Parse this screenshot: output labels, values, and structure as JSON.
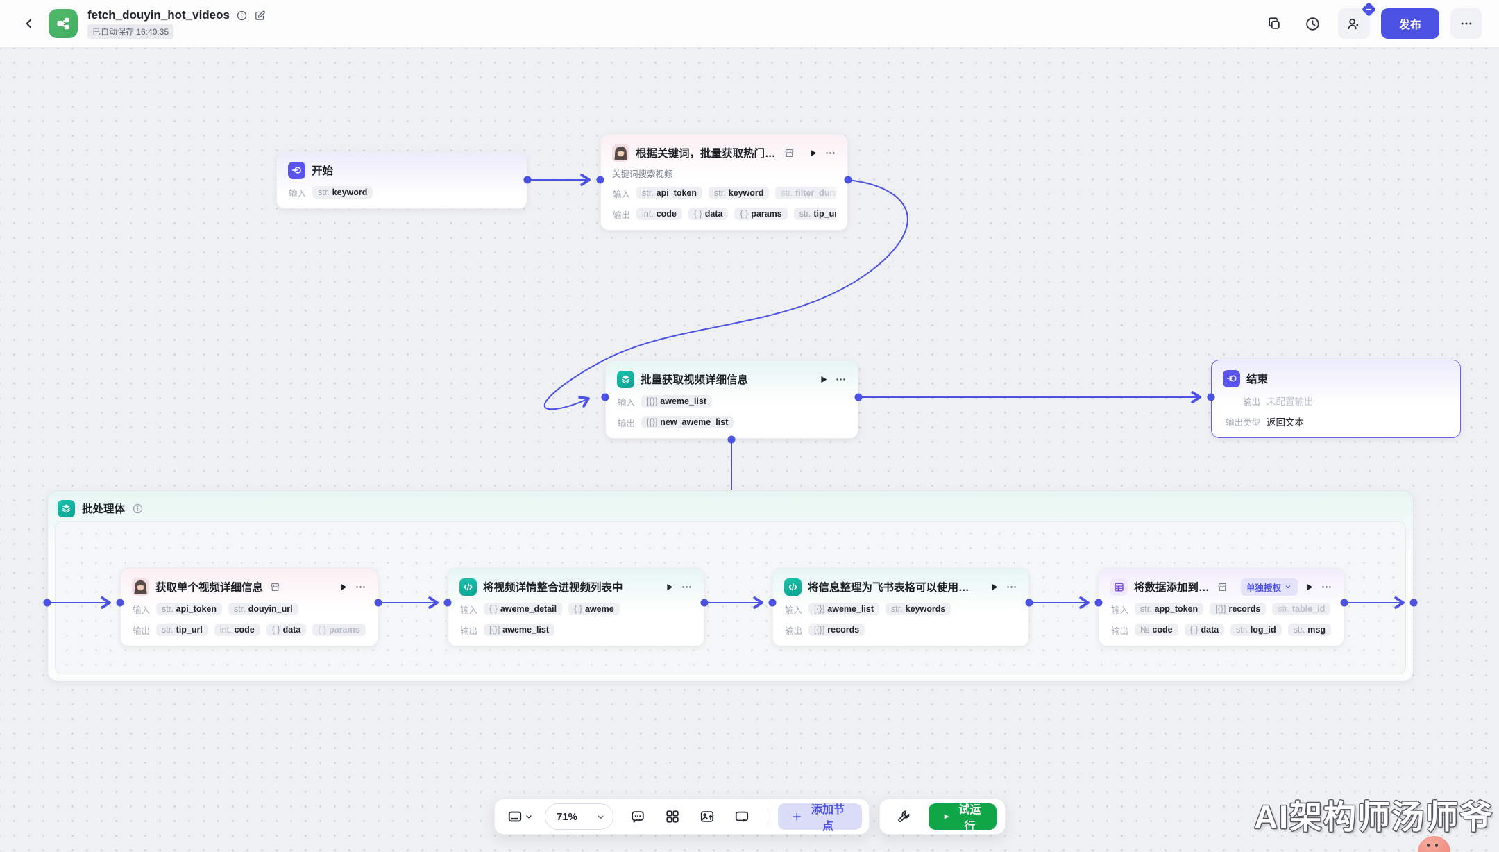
{
  "header": {
    "title": "fetch_douyin_hot_videos",
    "autosave": "已自动保存 16:40:35",
    "publish_label": "发布"
  },
  "canvas": {
    "batch": {
      "title": "批处理体"
    },
    "nodes": [
      {
        "id": "start",
        "icon": "start-icon",
        "title": "开始",
        "rows": [
          {
            "label": "输入",
            "pills": [
              {
                "type": "str.",
                "name": "keyword"
              }
            ]
          }
        ]
      },
      {
        "id": "kw",
        "icon": "plugin-avatar",
        "title": "根据关键词，批量获取热门视频",
        "store": true,
        "play": true,
        "more": true,
        "subtitle": "关键词搜索视频",
        "rows": [
          {
            "label": "输入",
            "pills": [
              {
                "type": "str.",
                "name": "api_token"
              },
              {
                "type": "str.",
                "name": "keyword"
              },
              {
                "type": "str.",
                "name": "filter_durati",
                "faded": true,
                "cut": true
              },
              {
                "more": true
              }
            ]
          },
          {
            "label": "输出",
            "pills": [
              {
                "type": "int.",
                "name": "code"
              },
              {
                "type": "{ }",
                "name": "data"
              },
              {
                "type": "{ }",
                "name": "params"
              },
              {
                "type": "str.",
                "name": "tip_url"
              }
            ]
          }
        ]
      },
      {
        "id": "bm",
        "icon": "layers-icon",
        "title": "批量获取视频详细信息",
        "play": true,
        "more": true,
        "rows": [
          {
            "label": "输入",
            "pills": [
              {
                "type": "[{}]",
                "name": "aweme_list"
              }
            ]
          },
          {
            "label": "输出",
            "pills": [
              {
                "type": "[{}]",
                "name": "new_aweme_list"
              }
            ]
          }
        ]
      },
      {
        "id": "end",
        "icon": "end-icon",
        "title": "结束",
        "wide": true,
        "rows": [
          {
            "label": "输出",
            "text": "未配置输出",
            "muted": true
          },
          {
            "label": "输出类型",
            "text": "返回文本"
          }
        ]
      },
      {
        "id": "b1",
        "icon": "plugin-avatar",
        "title": "获取单个视频详细信息",
        "store": true,
        "play": true,
        "more": true,
        "rows": [
          {
            "label": "输入",
            "pills": [
              {
                "type": "str.",
                "name": "api_token"
              },
              {
                "type": "str.",
                "name": "douyin_url"
              }
            ]
          },
          {
            "label": "输出",
            "pills": [
              {
                "type": "str.",
                "name": "tip_url"
              },
              {
                "type": "int.",
                "name": "code"
              },
              {
                "type": "{ }",
                "name": "data"
              },
              {
                "type": "{ }",
                "name": "params",
                "faded": true
              },
              {
                "more": true
              }
            ]
          }
        ]
      },
      {
        "id": "b2",
        "icon": "code-icon",
        "title": "将视频详情整合进视频列表中",
        "play": true,
        "more": true,
        "rows": [
          {
            "label": "输入",
            "pills": [
              {
                "type": "{ }",
                "name": "aweme_detail"
              },
              {
                "type": "{ }",
                "name": "aweme"
              }
            ]
          },
          {
            "label": "输出",
            "pills": [
              {
                "type": "[{}]",
                "name": "aweme_list"
              }
            ]
          }
        ]
      },
      {
        "id": "b3",
        "icon": "code-icon",
        "title": "将信息整理为飞书表格可以使用…",
        "play": true,
        "more": true,
        "rows": [
          {
            "label": "输入",
            "pills": [
              {
                "type": "[{}]",
                "name": "aweme_list"
              },
              {
                "type": "str.",
                "name": "keywords"
              }
            ]
          },
          {
            "label": "输出",
            "pills": [
              {
                "type": "[{}]",
                "name": "records"
              }
            ]
          }
        ]
      },
      {
        "id": "b4",
        "icon": "table-icon",
        "title": "将数据添加到多维…",
        "store": true,
        "badge": "单独授权",
        "play": true,
        "more": true,
        "rows": [
          {
            "label": "输入",
            "pills": [
              {
                "type": "str.",
                "name": "app_token"
              },
              {
                "type": "[{}]",
                "name": "records"
              },
              {
                "type": "str.",
                "name": "table_id",
                "faded": true
              },
              {
                "more": true
              }
            ]
          },
          {
            "label": "输出",
            "pills": [
              {
                "type": "№",
                "name": "code"
              },
              {
                "type": "{ }",
                "name": "data"
              },
              {
                "type": "str.",
                "name": "log_id"
              },
              {
                "type": "str.",
                "name": "msg"
              }
            ]
          }
        ]
      }
    ]
  },
  "toolbar": {
    "zoom": "71%",
    "add_node": "添加节点",
    "run": "试运行"
  },
  "watermark": "AI架构师汤师爷"
}
